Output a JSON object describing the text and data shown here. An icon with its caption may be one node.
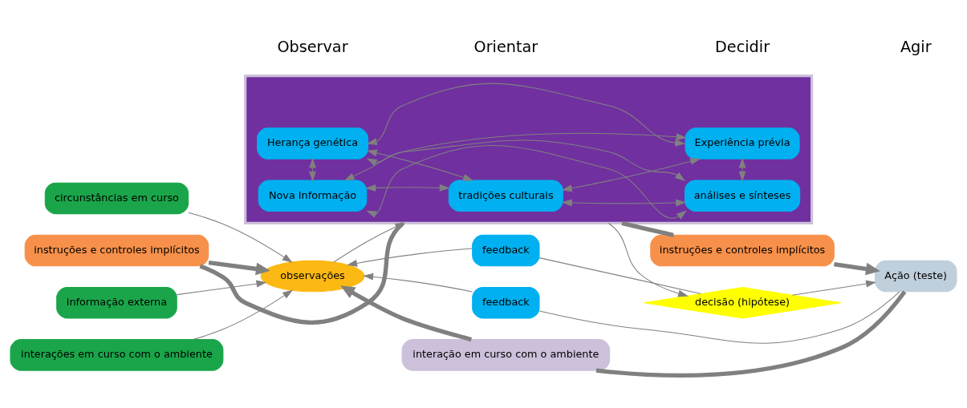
{
  "diagram": {
    "nodes": [
      {
        "text": [
          "circunstâncias em curso"
        ]
      },
      {
        "text": [
          "informação externa"
        ]
      },
      {
        "text": [
          "interações em curso com o ambiente"
        ]
      },
      {
        "text": [
          "observações"
        ]
      },
      {
        "text": [
          "instruções e controles implícitos"
        ]
      },
      {
        "text": [],
        "shape": "box"
      },
      {
        "text": [
          "tradições culturais"
        ],
        "in": 5
      },
      {
        "text": [
          "Herança genética"
        ],
        "in": 5
      },
      {
        "text": [
          "análises e sínteses"
        ],
        "in": 5
      },
      {
        "text": [
          "Nova Informação"
        ],
        "in": 5
      },
      {
        "text": [
          "Experiência prévia"
        ],
        "in": 5
      },
      {
        "text": [
          "instruções e controles implícitos"
        ]
      },
      {
        "text": [
          "decisão (hipótese)"
        ]
      },
      {
        "text": [
          "Ação (teste)"
        ]
      },
      {
        "text": [
          "feedback"
        ]
      },
      {
        "text": [
          "feedback"
        ]
      },
      {
        "text": [
          "interação em curso com o ambiente"
        ]
      }
    ],
    "edges": [
      {
        "from": 0,
        "to": 3,
        "arrow": "to"
      },
      {
        "from": 1,
        "to": 3,
        "arrow": "to"
      },
      {
        "from": 2,
        "to": 3,
        "arrow": "to"
      },
      {
        "from": 4,
        "to": 3,
        "arrow": "to",
        "style": "thick"
      },
      {
        "from": 3,
        "to": 5,
        "arrow": "to"
      },
      {
        "from": 5,
        "to": 4,
        "arrow": "none",
        "style": "thick"
      },
      {
        "from": 6,
        "to": 7,
        "arrow": "both"
      },
      {
        "from": 6,
        "to": 8,
        "arrow": "both"
      },
      {
        "from": 7,
        "to": 8,
        "arrow": "both"
      },
      {
        "from": 6,
        "to": 9,
        "arrow": "both"
      },
      {
        "from": 6,
        "to": 10,
        "arrow": "both"
      },
      {
        "from": 7,
        "to": 9,
        "arrow": "both"
      },
      {
        "from": 7,
        "to": 10,
        "arrow": "both"
      },
      {
        "from": 8,
        "to": 9,
        "arrow": "both"
      },
      {
        "from": 8,
        "to": 10,
        "arrow": "both"
      },
      {
        "from": 9,
        "to": 10,
        "arrow": "both"
      },
      {
        "from": 5,
        "to": 11,
        "arrow": "none",
        "style": "thick"
      },
      {
        "from": 11,
        "to": 13,
        "arrow": "to",
        "style": "thick"
      },
      {
        "from": 5,
        "to": 12,
        "arrow": "to"
      },
      {
        "from": 12,
        "to": 13,
        "arrow": "to"
      },
      {
        "from": 12,
        "to": 14,
        "arrow": "none"
      },
      {
        "from": 14,
        "to": 3,
        "arrow": "to"
      },
      {
        "from": 13,
        "to": 15,
        "arrow": "none"
      },
      {
        "from": 15,
        "to": 3,
        "arrow": "to"
      },
      {
        "from": 13,
        "to": 16,
        "arrow": "none",
        "style": "thick"
      },
      {
        "from": 16,
        "to": 3,
        "arrow": "to",
        "style": "thick"
      }
    ],
    "labels": [
      "Observar",
      "Orientar",
      "Decidir",
      "Agir"
    ]
  }
}
